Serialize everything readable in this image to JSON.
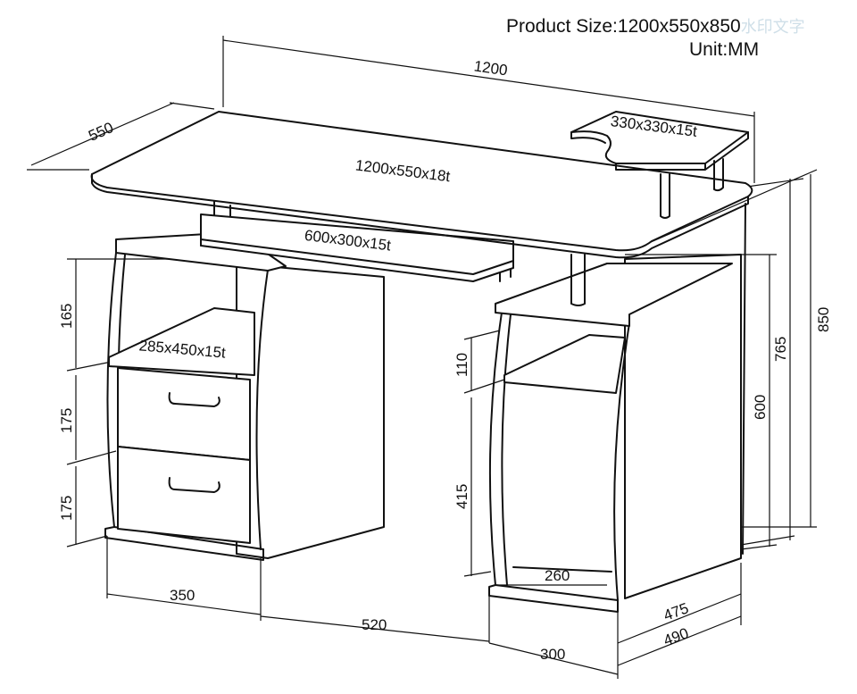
{
  "header": {
    "product_size": "Product Size:1200x550x850",
    "watermark": "水印文字",
    "unit": "Unit:MM"
  },
  "parts": {
    "desktop": "1200x550x18t",
    "monitor_shelf": "330x330x15t",
    "keyboard_tray": "600x300x15t",
    "side_shelf": "285x450x15t"
  },
  "dimensions": {
    "width": "1200",
    "depth": "550",
    "height_total": "850",
    "height_765": "765",
    "height_600": "600",
    "left_165": "165",
    "left_175_top": "175",
    "left_175_bottom": "175",
    "right_110": "110",
    "right_415": "415",
    "bottom_350": "350",
    "bottom_520": "520",
    "bottom_300": "300",
    "inner_260": "260",
    "depth_475": "475",
    "depth_490": "490"
  }
}
